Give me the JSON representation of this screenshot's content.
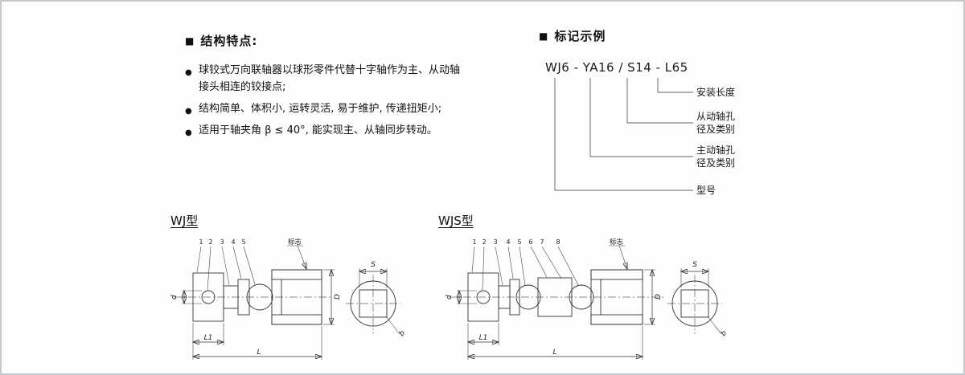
{
  "features": {
    "marker": "■",
    "title": "结构特点:",
    "bullet": "●",
    "items": [
      "球铰式万向联轴器以球形零件代替十字轴作为主、从动轴接头相连的铰接点;",
      "结构简单、体积小, 运转灵活, 易于维护, 传递扭矩小;",
      "适用于轴夹角 β ≤ 40°, 能实现主、从轴同步转动。"
    ]
  },
  "marking": {
    "marker": "■",
    "title": "标记示例",
    "code": "WJ6 - YA16 / S14 - L65",
    "labels": {
      "install": "安装长度",
      "driven1": "从动轴孔",
      "driven2": "径及类别",
      "driving1": "主动轴孔",
      "driving2": "径及类别",
      "model": "型号"
    }
  },
  "wj": {
    "title": "WJ型",
    "mark": "标志",
    "callouts": [
      "1",
      "2",
      "3",
      "4",
      "5"
    ],
    "dims": {
      "d": "d",
      "D": "D",
      "L1": "L1",
      "L": "L",
      "S": "S",
      "b": "b"
    }
  },
  "wjs": {
    "title": "WJS型",
    "mark": "标志",
    "callouts": [
      "1",
      "2",
      "3",
      "4",
      "5",
      "6",
      "7",
      "8"
    ],
    "dims": {
      "d": "d",
      "D": "D",
      "L1": "L1",
      "L": "L",
      "S": "S",
      "b": "b"
    }
  }
}
